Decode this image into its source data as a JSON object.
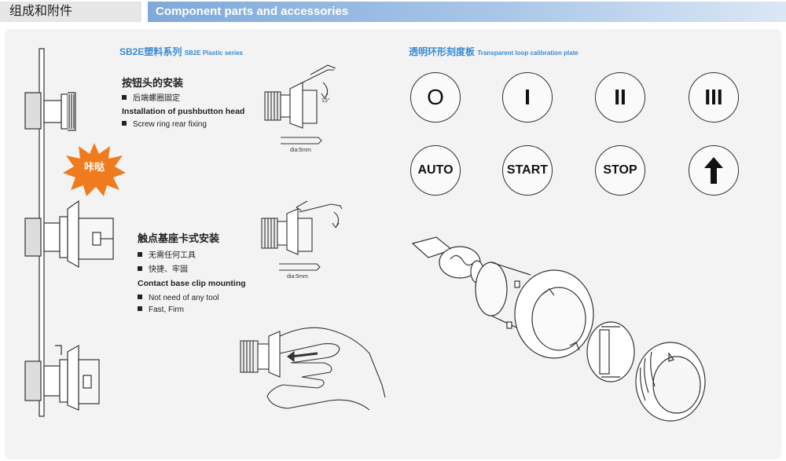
{
  "header": {
    "title_cn": "组成和附件",
    "title_en": "Component parts and accessories"
  },
  "plastic": {
    "series_cn": "SB2E塑料系列",
    "series_en": "SB2E Plastic series"
  },
  "head_install": {
    "title_cn": "按钮头的安装",
    "bullet_cn": "后端螺圈固定",
    "title_en": "Installation of pushbutton head",
    "bullet_en": "Screw ring rear fixing",
    "angle_label": "15°",
    "dia_label": "dia:5mm"
  },
  "badge": "咔哒",
  "clip_install": {
    "title_cn": "触点基座卡式安装",
    "bullets_cn": [
      "无需任何工具",
      "快捷、牢固"
    ],
    "title_en": "Contact base clip mounting",
    "bullets_en": [
      "Not need of any tool",
      "Fast, Firm"
    ],
    "dia_label": "dia:5mm"
  },
  "plate": {
    "title_cn": "透明环形刻度板",
    "title_en": "Transparent loop calibration plate",
    "row1": [
      "O",
      "I",
      "II",
      "III"
    ],
    "row2": [
      "AUTO",
      "START",
      "STOP"
    ],
    "arrow_icon": "up-arrow-icon"
  }
}
